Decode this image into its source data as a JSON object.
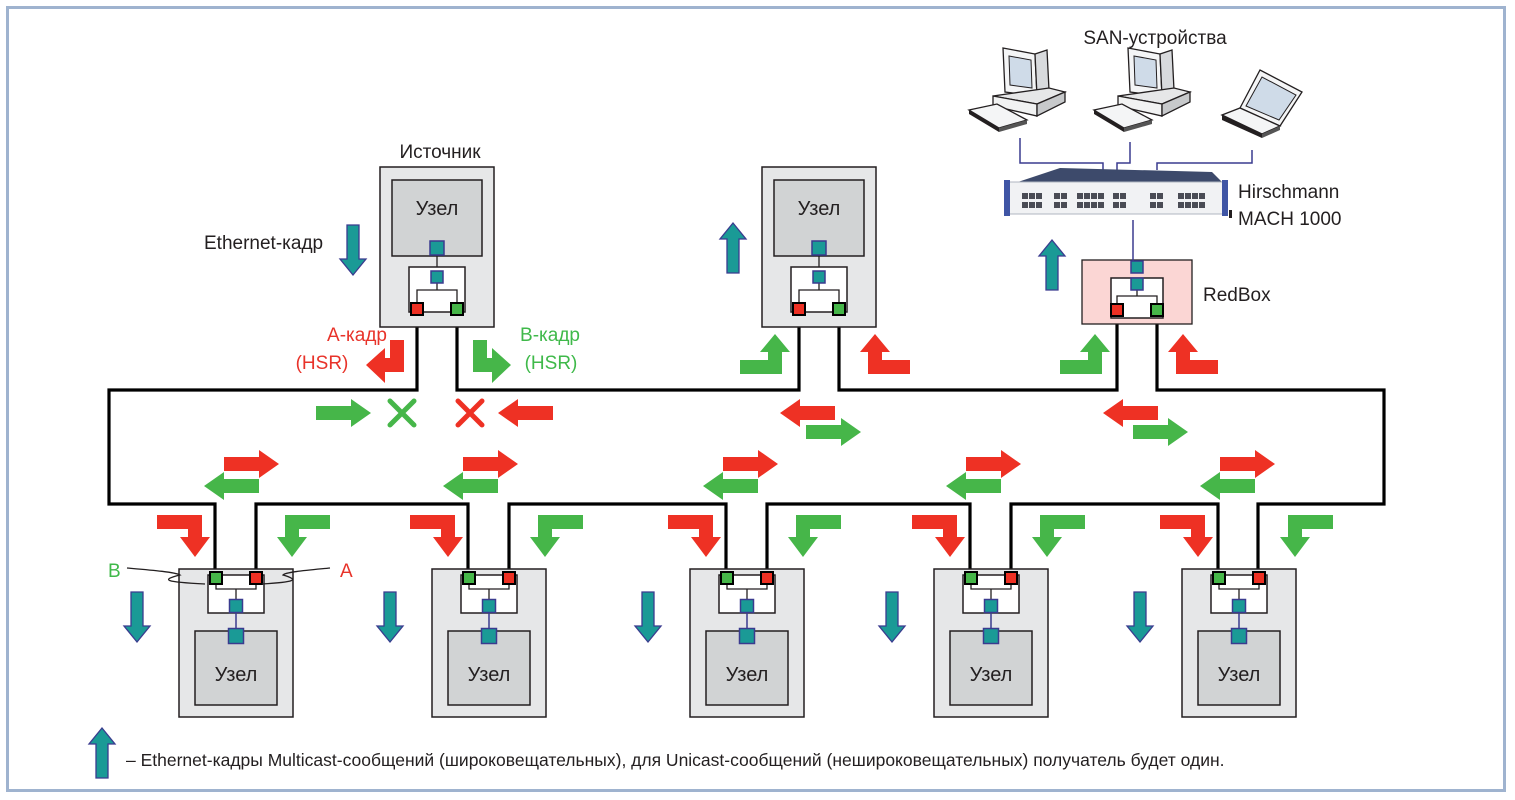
{
  "diagram": {
    "title": "HSR ring with RedBox and SAN devices",
    "colors": {
      "a_frame": "#ee3124",
      "b_frame": "#46b649",
      "ethernet_frame": "#1a9a96",
      "ethernet_frame_outline": "#3a3b8f",
      "node_outer": "#e6e7e8",
      "node_inner": "#d1d3d4",
      "redbox_fill": "#fbd6d4",
      "ring_line": "#000000",
      "frame_border": "#9fb3cf"
    },
    "source": {
      "title": "Источник",
      "node_label": "Узел",
      "ethernet_frame_label": "Ethernet-кадр",
      "a_frame_label_line1": "А-кадр",
      "a_frame_label_line2": "(HSR)",
      "b_frame_label_line1": "B-кадр",
      "b_frame_label_line2": "(HSR)"
    },
    "top_node": {
      "node_label": "Узел"
    },
    "redbox": {
      "label": "RedBox"
    },
    "switch": {
      "label_line1": "Hirschmann",
      "label_line2": "MACH 1000"
    },
    "san": {
      "title": "SAN-устройства",
      "devices": [
        {
          "type": "desktop-computer"
        },
        {
          "type": "desktop-computer"
        },
        {
          "type": "laptop"
        }
      ]
    },
    "bottom_nodes": [
      {
        "node_label": "Узел"
      },
      {
        "node_label": "Узел"
      },
      {
        "node_label": "Узел"
      },
      {
        "node_label": "Узел"
      },
      {
        "node_label": "Узел"
      }
    ],
    "port_labels": {
      "b": "B",
      "a": "A"
    },
    "legend": {
      "icon": "teal-up-arrow",
      "text": "– Ethernet-кадры Multicast-сообщений (широковещательных), для Unicast-сообщений (нешироковещательных) получатель будет один."
    }
  }
}
